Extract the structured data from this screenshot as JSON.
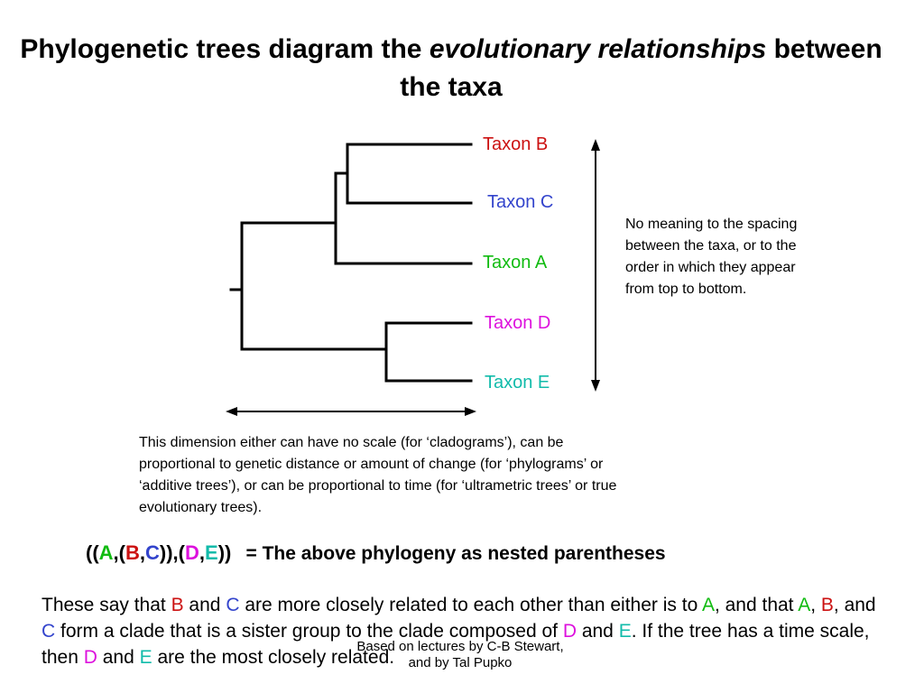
{
  "title": {
    "part1": "Phylogenetic trees diagram the",
    "italic": "evolutionary relationships",
    "part2": "between the taxa"
  },
  "taxa": [
    {
      "label": "Taxon B",
      "color": "#cc1111"
    },
    {
      "label": "Taxon C",
      "color": "#3344cc"
    },
    {
      "label": "Taxon A",
      "color": "#11bb11"
    },
    {
      "label": "Taxon D",
      "color": "#dd11dd"
    },
    {
      "label": "Taxon E",
      "color": "#11bbaa"
    }
  ],
  "note_right": "No meaning to the spacing between the taxa, or to the order in which they appear from top to bottom.",
  "note_bottom": "This dimension either can have no scale (for ‘cladograms’), can be proportional to genetic distance or amount of change (for ‘phylograms’ or ‘additive trees’), or can be proportional to time (for ‘ultrametric trees’ or true evolutionary trees).",
  "newick": {
    "t1": "((",
    "a": "A",
    "t2": ",(",
    "b": "B",
    "t3": ",",
    "c": "C",
    "t4": ")),(",
    "d": "D",
    "t5": ",",
    "e": "E",
    "t6": "))",
    "description": "= The above phylogeny as nested parentheses"
  },
  "paragraph": {
    "s1": "These say that ",
    "b1": "B",
    "s2": " and ",
    "c1": "C",
    "s3": " are more closely related to each other than either is to ",
    "a1": "A",
    "s4": ", and that ",
    "a2": "A",
    "s5": ", ",
    "b2": "B",
    "s6": ", and ",
    "c2": "C",
    "s7": " form a clade that is a sister group to the clade composed of ",
    "d1": "D",
    "s8": " and ",
    "e1": "E",
    "s9": ".  If the tree has a time scale, then ",
    "d2": "D",
    "s10": " and ",
    "e2": "E",
    "s11": " are the most closely related."
  },
  "credit": {
    "line1": "Based on lectures by C-B Stewart,",
    "line2": "and by Tal Pupko"
  },
  "colors": {
    "A": "#11bb11",
    "B": "#cc1111",
    "C": "#3344cc",
    "D": "#dd11dd",
    "E": "#11bbaa"
  }
}
